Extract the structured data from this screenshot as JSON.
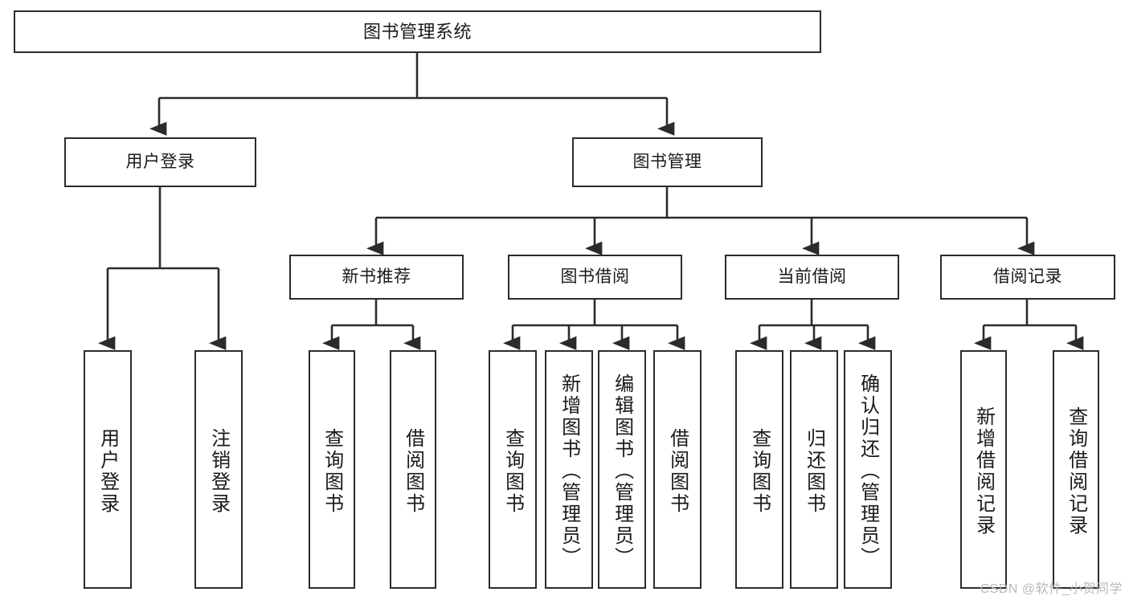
{
  "diagram": {
    "title": "图书管理系统",
    "type": "tree-hierarchy",
    "watermark": "CSDN @软件_小贺同学",
    "colors": {
      "background": "#ffffff",
      "box_border": "#2b2b2b",
      "box_fill": "#ffffff",
      "edge": "#2b2b2b",
      "text": "#1a1a1a",
      "watermark": "#b9b9b9"
    },
    "nodes": {
      "root": {
        "label": "图书管理系统"
      },
      "level2": [
        {
          "id": "user-login",
          "label": "用户登录"
        },
        {
          "id": "book-manage",
          "label": "图书管理"
        }
      ],
      "level3": [
        {
          "id": "new-book-recommend",
          "label": "新书推荐"
        },
        {
          "id": "book-borrow",
          "label": "图书借阅"
        },
        {
          "id": "current-borrow",
          "label": "当前借阅"
        },
        {
          "id": "borrow-record",
          "label": "借阅记录"
        }
      ],
      "leaves": {
        "user-login": [
          {
            "id": "leaf-user-login",
            "label": "用户登录"
          },
          {
            "id": "leaf-user-logout",
            "label": "注销登录"
          }
        ],
        "new-book-recommend": [
          {
            "id": "leaf-query-book-1",
            "label": "查询图书"
          },
          {
            "id": "leaf-borrow-book-1",
            "label": "借阅图书"
          }
        ],
        "book-borrow": [
          {
            "id": "leaf-query-book-2",
            "label": "查询图书"
          },
          {
            "id": "leaf-add-book",
            "label": "新增图书（管理员）"
          },
          {
            "id": "leaf-edit-book",
            "label": "编辑图书（管理员）"
          },
          {
            "id": "leaf-borrow-book-2",
            "label": "借阅图书"
          }
        ],
        "current-borrow": [
          {
            "id": "leaf-query-book-3",
            "label": "查询图书"
          },
          {
            "id": "leaf-return-book",
            "label": "归还图书"
          },
          {
            "id": "leaf-confirm-return",
            "label": "确认归还（管理员）"
          }
        ],
        "borrow-record": [
          {
            "id": "leaf-add-record",
            "label": "新增借阅记录"
          },
          {
            "id": "leaf-query-record",
            "label": "查询借阅记录"
          }
        ]
      }
    }
  }
}
